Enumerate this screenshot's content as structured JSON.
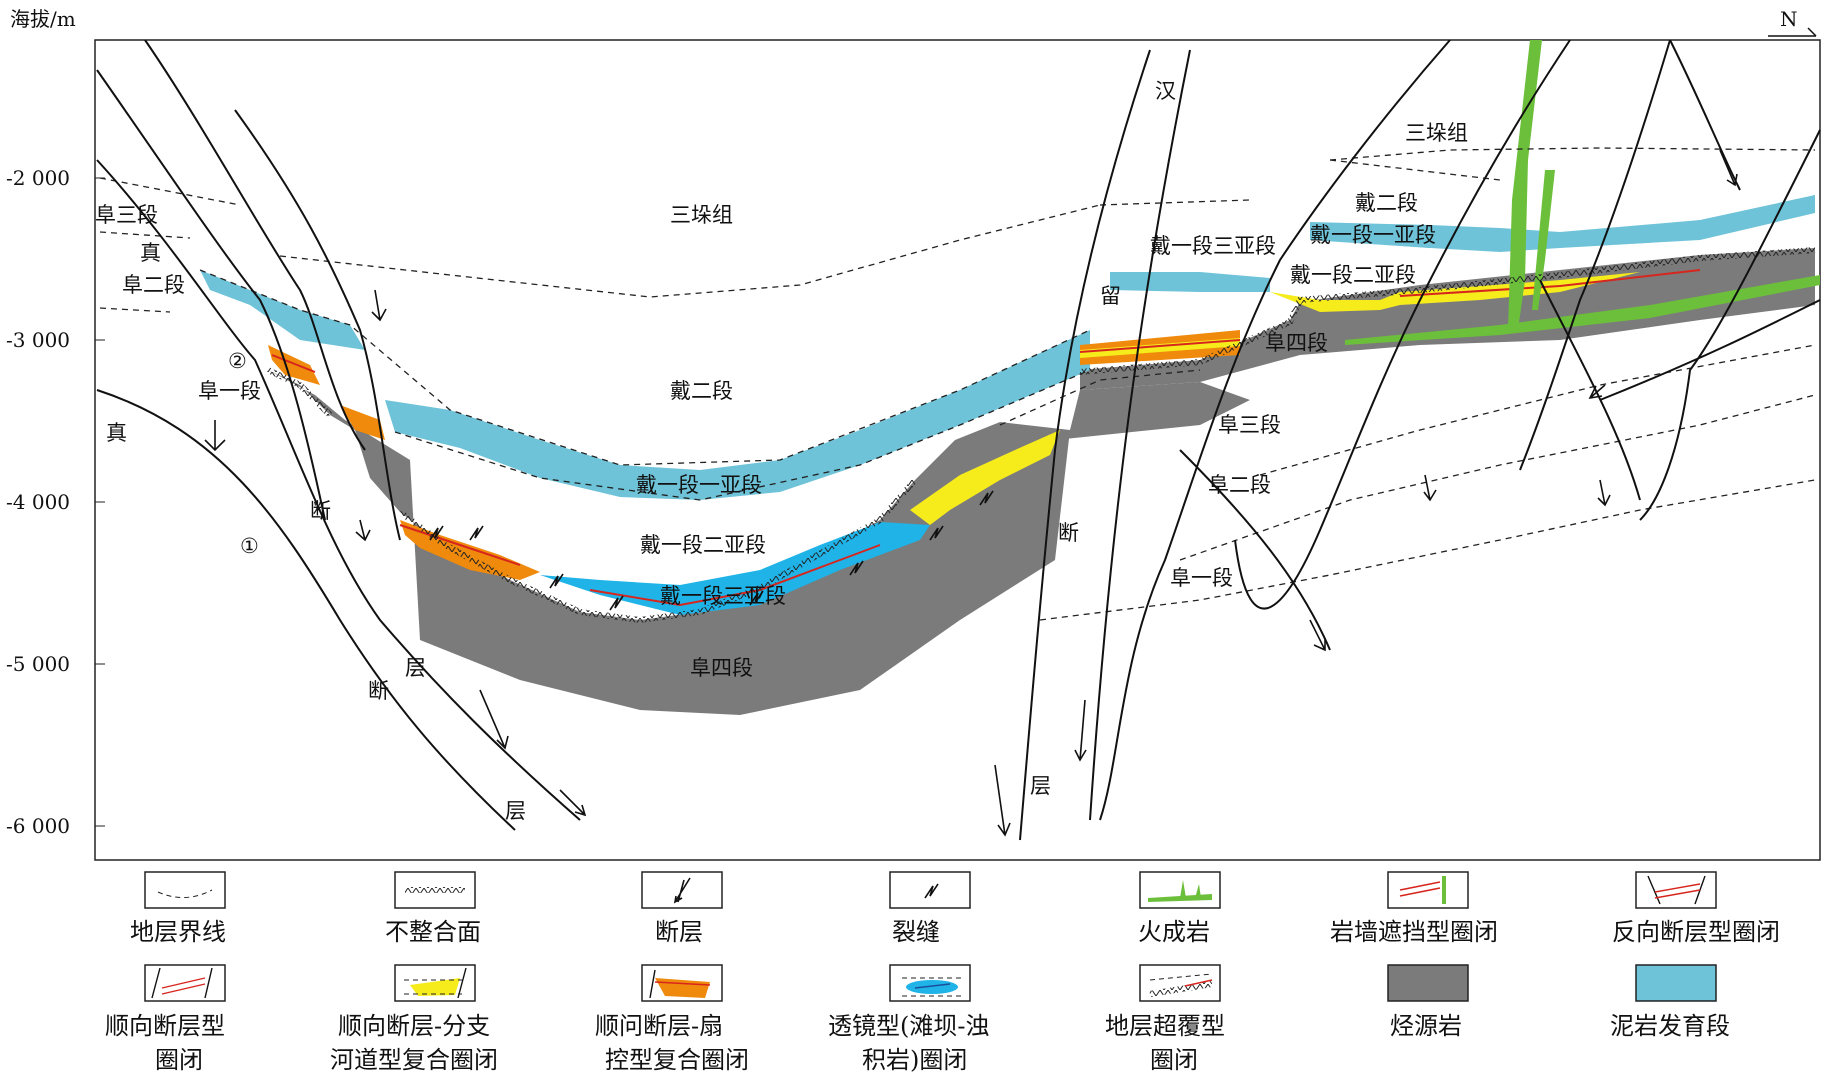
{
  "yaxis": {
    "title": "海拔/m",
    "ticks": [
      "-2 000",
      "-3 000",
      "-4 000",
      "-5 000",
      "-6 000"
    ]
  },
  "north": "N",
  "labels": {
    "sanduozu_main": "三垛组",
    "daier_main": "戴二段",
    "daiyi1_main": "戴一段一亚段",
    "daiyi2_main": "戴一段二亚段",
    "daiyi3_main": "戴一段三亚段",
    "fusi_main": "阜四段",
    "fusan_left": "阜三段",
    "zhen_left_upper": "真",
    "fuer_left": "阜二段",
    "fuyi_left": "阜一段",
    "zhen_left_lower": "真",
    "circle1": "①",
    "circle2": "②",
    "duan_left1": "断",
    "ceng_left1": "层",
    "duan_left2": "断",
    "ceng_left2": "层",
    "han": "汉",
    "liu": "留",
    "duan_mid": "断",
    "ceng_mid": "层",
    "daiyi3_right": "戴一段三亚段",
    "daiyi1_right": "戴一段一亚段",
    "daiyi2_right": "戴一段二亚段",
    "daier_right": "戴二段",
    "sanduozu_right": "三垛组",
    "fusi_right": "阜四段",
    "fusan_right": "阜三段",
    "fuer_right": "阜二段",
    "fuyi_right": "阜一段"
  },
  "legend": {
    "row1": [
      "地层界线",
      "不整合面",
      "断层",
      "裂缝",
      "火成岩",
      "岩墙遮挡型圈闭",
      "反向断层型圈闭"
    ],
    "row2": [
      [
        "顺向断层型",
        "圈闭"
      ],
      [
        "顺向断层-分支",
        "河道型复合圈闭"
      ],
      [
        "顺问断层-扇",
        "控型复合圈闭"
      ],
      [
        "透镜型(滩坝-浊",
        "积岩)圈闭"
      ],
      [
        "地层超覆型",
        "圈闭"
      ],
      [
        "烃源岩"
      ],
      [
        "泥岩发育段"
      ]
    ]
  },
  "colors": {
    "mudstone": "#6ec3d8",
    "source_rock": "#7b7b7b",
    "lens": "#1fb3e8",
    "fan": "#ef8a0c",
    "channel": "#f6ec1c",
    "igneous": "#6cbf3a",
    "trap_line": "#d7261e"
  }
}
